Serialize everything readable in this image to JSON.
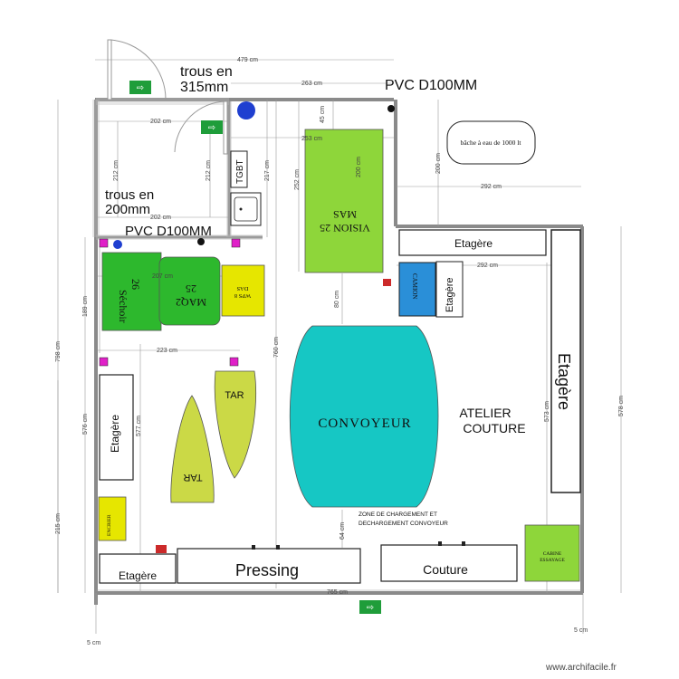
{
  "plan": {
    "dims": {
      "top_479": "479 cm",
      "top_263": "263 cm",
      "d45": "45 cm",
      "d253": "253 cm",
      "d202_top": "202 cm",
      "d212_a": "212 cm",
      "d212_b": "212 cm",
      "d217": "217 cm",
      "d252": "252 cm",
      "d200_vision": "200 cm",
      "d202_bottom": "202 cm",
      "d200_right": "200 cm",
      "d292_top": "292 cm",
      "d292_mid": "292 cm",
      "d207": "207 cm",
      "d189": "189 cm",
      "d80": "80 cm",
      "d223": "223 cm",
      "d760": "760 cm",
      "d798": "798 cm",
      "d576": "576 cm",
      "d577": "577 cm",
      "d573": "573 cm",
      "d578": "578 cm",
      "d215": "215 cm",
      "d64": "64 cm",
      "d765": "765 cm",
      "d5_left": "5 cm",
      "d5_right": "5 cm"
    },
    "labels": {
      "trous_315": "trous en",
      "trous_315_b": "315mm",
      "pvc_top": "PVC D100MM",
      "trous_200": "trous en",
      "trous_200_b": "200mm",
      "pvc_left": "PVC D100MM",
      "tgbt": "TGBT",
      "bache": "bâche à eau de 1000 lt",
      "vision": "VISION 25",
      "vision_b": "MAS",
      "etagere_top": "Etagère",
      "etagere_mid_small": "Etagère",
      "etagere_right": "Etagère",
      "etagere_left": "Etagère",
      "etagere_bottom": "Etagère",
      "camion": "CAMION",
      "sechoir": "Séchoir",
      "sechoir_num": "26",
      "maq2": "MAQ2",
      "maq2_num": "25",
      "wps": "WPS 8",
      "wps_b": "DAS",
      "tar1": "TAR",
      "tar2": "TAR",
      "convoyeur": "CONVOYEUR",
      "atelier_1": "ATELIER",
      "atelier_2": "COUTURE",
      "zone_1": "ZONE DE CHARGEMENT ET",
      "zone_2": "DECHARGEMENT CONVOYEUR",
      "pressing": "Pressing",
      "couture": "Couture",
      "yellow_small": "ENCRIER",
      "cabine_1": "CABINE",
      "cabine_2": "ESSAYAGE",
      "watermark": "www.archifacile.fr"
    },
    "colors": {
      "wall": "#8a8a8a",
      "lime": "#8ed63a",
      "green": "#2db82d",
      "yellow": "#e6e600",
      "olive": "#cbd946",
      "cyan": "#16c7c4",
      "blue": "#2a8fd8",
      "magenta": "#e020c8",
      "exit_green": "#1f9d3a",
      "exit_red": "#cc2a2a"
    }
  }
}
